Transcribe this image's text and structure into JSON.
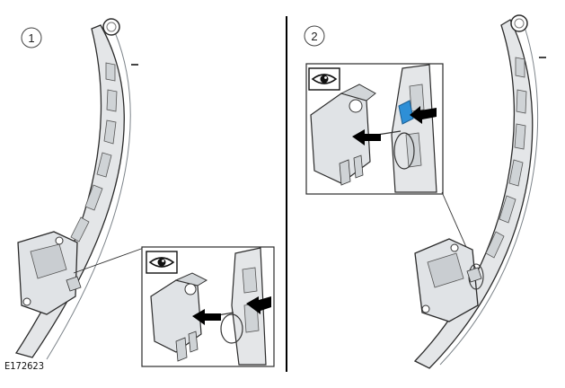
{
  "panels": [
    {
      "step": "1"
    },
    {
      "step": "2"
    }
  ],
  "figure_id": "E172623",
  "icons": [
    "view-eye-icon",
    "arrow-icon",
    "arrow-icon"
  ],
  "colors": {
    "metal": "#e4e6e8",
    "metal_dark": "#9aa0a6",
    "outline": "#2b2b2b",
    "arrow": "#000000",
    "highlight": "#2e8fd6",
    "divider": "#000000"
  }
}
